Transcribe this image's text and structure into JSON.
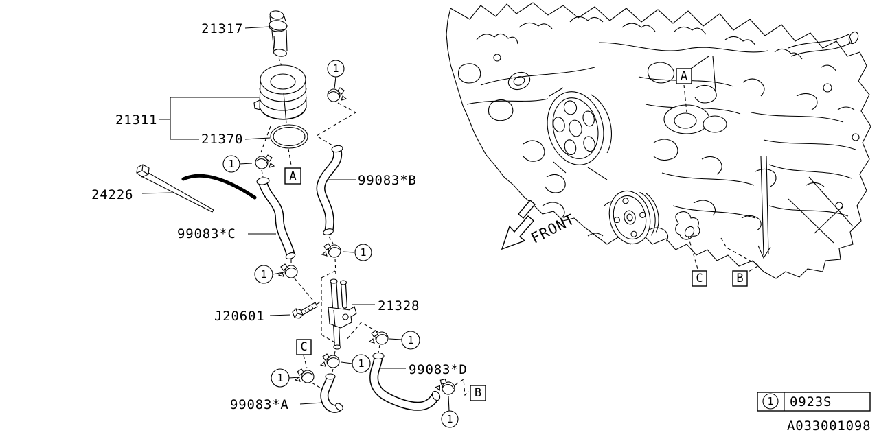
{
  "diagram_title_context": "engine water pipe / oil cooler parts diagram",
  "labels": {
    "l21317": "21317",
    "l21311": "21311",
    "l21370": "21370",
    "l24226": "24226",
    "l99083c": "99083*C",
    "l99083b": "99083*B",
    "lj20601": "J20601",
    "l21328": "21328",
    "l99083a": "99083*A",
    "l99083d": "99083*D"
  },
  "callouts": {
    "a": "A",
    "b": "B",
    "c": "C"
  },
  "clamp": {
    "symbol": "1",
    "legend_code": "0923S"
  },
  "front_label": "FRONT",
  "drawing_number": "A033001098",
  "colors": {
    "line": "#000000",
    "background": "#ffffff"
  }
}
